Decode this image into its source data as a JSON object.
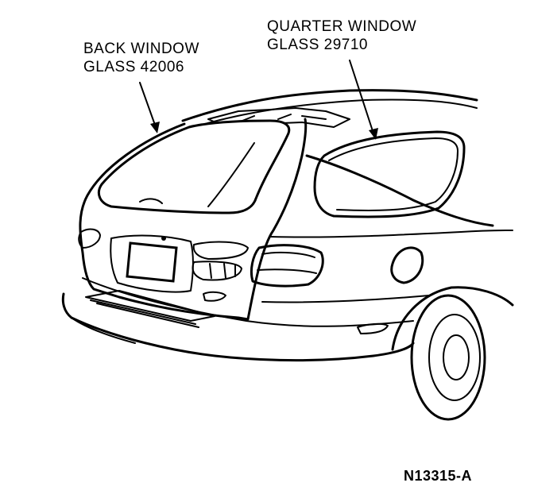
{
  "labels": {
    "back_window": {
      "line1": "BACK WINDOW",
      "line2": "GLASS 42006"
    },
    "quarter_window": {
      "line1": "QUARTER WINDOW",
      "line2": "GLASS 29710"
    }
  },
  "figure_id": "N13315-A",
  "colors": {
    "ink": "#000000",
    "paper": "#ffffff"
  }
}
